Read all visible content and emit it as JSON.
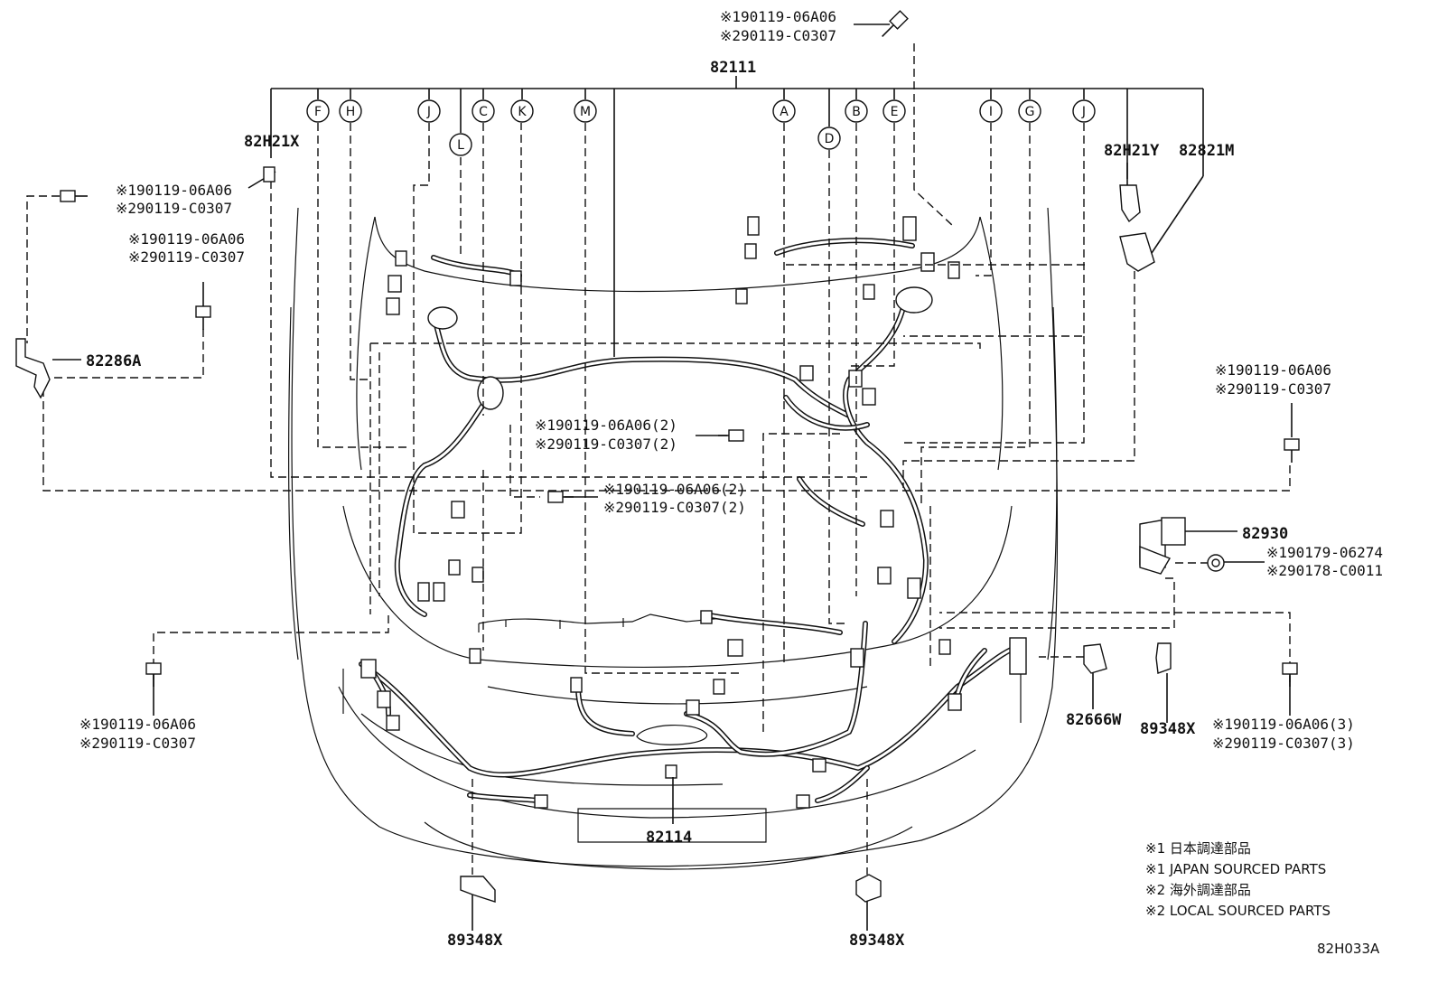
{
  "parts": {
    "main_harness": "82111",
    "front_harness": "82114",
    "bracket_left": "82286A",
    "relay_block": "82930",
    "clamp_82666w": "82666W",
    "clip_82h21x": "82H21X",
    "clip_82h21y": "82H21Y",
    "clip_82821m": "82821M",
    "clip_right": "89348X",
    "clip_bottom_left": "89348X",
    "clip_bottom_right": "89348X"
  },
  "fasteners": {
    "top": [
      "※190119-06A06",
      "※290119-C0307"
    ],
    "upper_left": [
      "※190119-06A06",
      "※290119-C0307"
    ],
    "left_mid": [
      "※190119-06A06",
      "※290119-C0307"
    ],
    "center_upper": [
      "※190119-06A06(2)",
      "※290119-C0307(2)"
    ],
    "center_lower": [
      "※190119-06A06(2)",
      "※290119-C0307(2)"
    ],
    "right_upper": [
      "※190119-06A06",
      "※290119-C0307"
    ],
    "right_relay": [
      "※190179-06274",
      "※290178-C0011"
    ],
    "lower_left": [
      "※190119-06A06",
      "※290119-C0307"
    ],
    "lower_right": [
      "※190119-06A06(3)",
      "※290119-C0307(3)"
    ]
  },
  "callouts": [
    "F",
    "H",
    "J",
    "L",
    "C",
    "K",
    "M",
    "A",
    "D",
    "B",
    "E",
    "I",
    "G",
    "J"
  ],
  "legend": [
    "※1 日本調達部品",
    "※1 JAPAN SOURCED PARTS",
    "※2 海外調達部品",
    "※2 LOCAL SOURCED PARTS"
  ],
  "figure_code": "82H033A"
}
